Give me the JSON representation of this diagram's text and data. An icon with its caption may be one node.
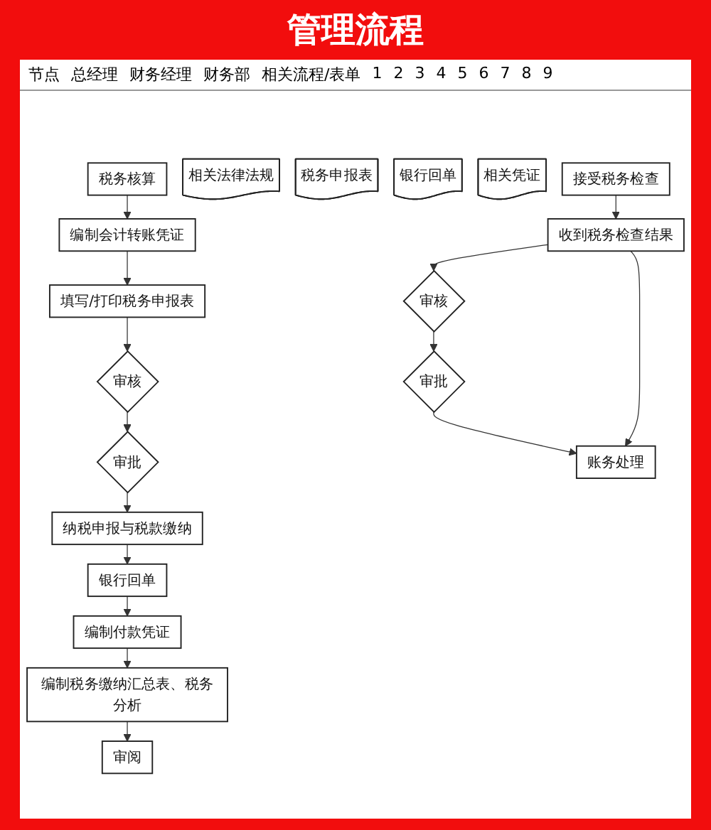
{
  "diagram": {
    "title": "管理流程",
    "nodes": [
      {
        "text": [
          "税务核算"
        ]
      },
      {
        "text": [
          "相关法律法规"
        ]
      },
      {
        "text": [
          "编制会计转账凭证"
        ]
      },
      {
        "text": [
          "填写/打印税务申报表"
        ]
      },
      {
        "text": [
          "税务申报表"
        ]
      },
      {
        "text": [
          "审核"
        ]
      },
      {
        "text": [
          "审批"
        ]
      },
      {
        "text": [
          "纳税申报与税款缴纳"
        ]
      },
      {
        "text": [
          "银行回单"
        ]
      },
      {
        "text": [
          "银行回单"
        ]
      },
      {
        "text": [
          "编制付款凭证"
        ]
      },
      {
        "text": [
          "相关凭证"
        ]
      },
      {
        "text": [
          "编制税务缴纳汇总表、税务分析"
        ]
      },
      {
        "text": [
          "审阅"
        ]
      },
      {
        "text": [
          "接受税务检查"
        ]
      },
      {
        "text": [
          "收到税务检查结果"
        ]
      },
      {
        "text": [
          "审核"
        ]
      },
      {
        "text": [
          "审批"
        ]
      },
      {
        "text": [
          "账务处理"
        ]
      }
    ],
    "edges": [
      {
        "from": 0,
        "to": 2,
        "arrow": "to"
      },
      {
        "from": 2,
        "to": 3,
        "arrow": "to"
      },
      {
        "from": 3,
        "to": 5,
        "arrow": "to"
      },
      {
        "from": 5,
        "to": 6,
        "arrow": "to"
      },
      {
        "from": 6,
        "to": 7,
        "arrow": "to"
      },
      {
        "from": 7,
        "to": 8,
        "arrow": "to"
      },
      {
        "from": 8,
        "to": 10,
        "arrow": "to"
      },
      {
        "from": 10,
        "to": 12,
        "arrow": "to"
      },
      {
        "from": 12,
        "to": 13,
        "arrow": "to"
      },
      {
        "from": 14,
        "to": 15,
        "arrow": "to"
      },
      {
        "from": 15,
        "to": 16,
        "arrow": "to"
      },
      {
        "from": 16,
        "to": 17,
        "arrow": "to"
      },
      {
        "from": 17,
        "to": 18,
        "arrow": "to"
      },
      {
        "from": 15,
        "to": 18,
        "arrow": "to"
      }
    ],
    "labels": [
      "节点",
      "总经理",
      "财务经理",
      "财务部",
      "相关流程/表单",
      "1",
      "2",
      "3",
      "4",
      "5",
      "6",
      "7",
      "8",
      "9"
    ]
  }
}
